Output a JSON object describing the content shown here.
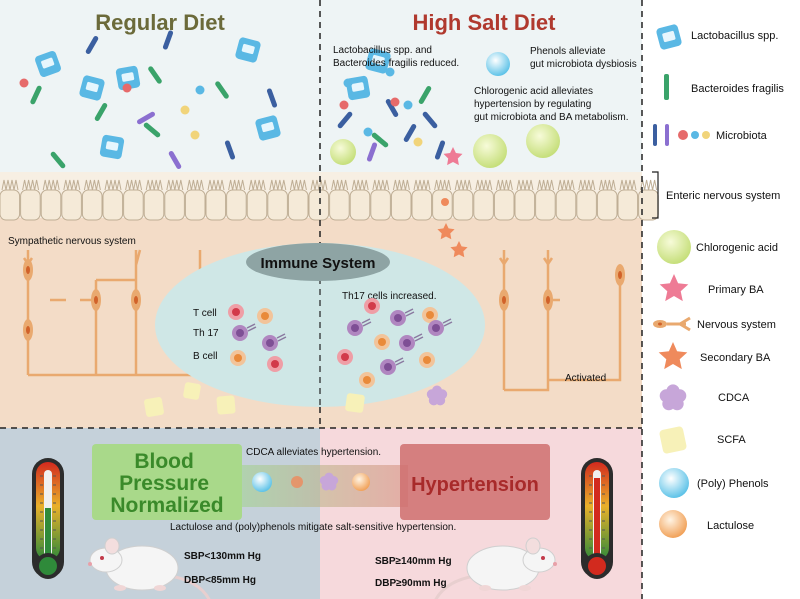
{
  "left_panel": {
    "title": "Regular Diet"
  },
  "right_panel": {
    "title": "High Salt Diet",
    "note_lacto_1": "Lactobacillus spp. and",
    "note_lacto_2": "Bacteroides fragilis reduced.",
    "note_phenol_1": "Phenols  alleviate",
    "note_phenol_2": "gut microbiota dysbiosis",
    "note_cga_1": "Chlorogenic acid alleviates",
    "note_cga_2": "hypertension by regulating",
    "note_cga_3": "gut microbiota and BA metabolism."
  },
  "tissue": {
    "sympathetic": "Sympathetic nervous system",
    "immune_title": "Immune System",
    "t_cell": "T cell",
    "th17": "Th 17",
    "b_cell": "B cell",
    "th17_increased": "Th17 cells increased.",
    "activated": "Activated"
  },
  "bottom": {
    "bp_line1": "Blood",
    "bp_line2": "Pressure",
    "bp_line3": "Normalized",
    "hypertension": "Hypertension",
    "cdca_note": "CDCA alleviates hypertension.",
    "lactulose_note": "Lactulose and (poly)phenols mitigate salt-sensitive hypertension.",
    "left_sbp": "SBP<130mm Hg",
    "left_dbp": "DBP<85mm Hg",
    "right_sbp": "SBP≥140mm Hg",
    "right_dbp": "DBP≥90mm Hg"
  },
  "legend": {
    "lactobacillus": "Lactobacillus spp.",
    "bacteroides": "Bacteroides fragilis",
    "microbiota": "Microbiota",
    "enteric": "Enteric nervous system",
    "chlorogenic": "Chlorogenic acid",
    "primary_ba": "Primary BA",
    "nervous": "Nervous system",
    "secondary_ba": "Secondary BA",
    "cdca": "CDCA",
    "scfa": "SCFA",
    "polyphenols": "(Poly) Phenols",
    "lactulose": "Lactulose"
  },
  "colors": {
    "gut_bg": "#eef4f5",
    "tissue_bg": "#f3dcc7",
    "bottom_left_bg": "#c5d1da",
    "bottom_right_bg": "#f6d9dc",
    "regular_title": "#6b6a3a",
    "high_salt_title": "#b0392e",
    "bp_box": "#a9d98a",
    "bp_text": "#3a8a2a",
    "hyper_box": "#cf6e6e",
    "hyper_text": "#a82a2a",
    "immune_oval": "#cfe7e6",
    "nerve": "#e9a96f"
  },
  "icons": [
    "lactobacillus-cube-icon",
    "bacteroides-rod-icon",
    "microbiota-icon",
    "chlorogenic-acid-icon",
    "primary-ba-star-icon",
    "nervous-system-icon",
    "secondary-ba-star-icon",
    "cdca-icon",
    "scfa-icon",
    "polyphenol-icon",
    "lactulose-icon",
    "thermometer-icon",
    "rat-icon"
  ]
}
